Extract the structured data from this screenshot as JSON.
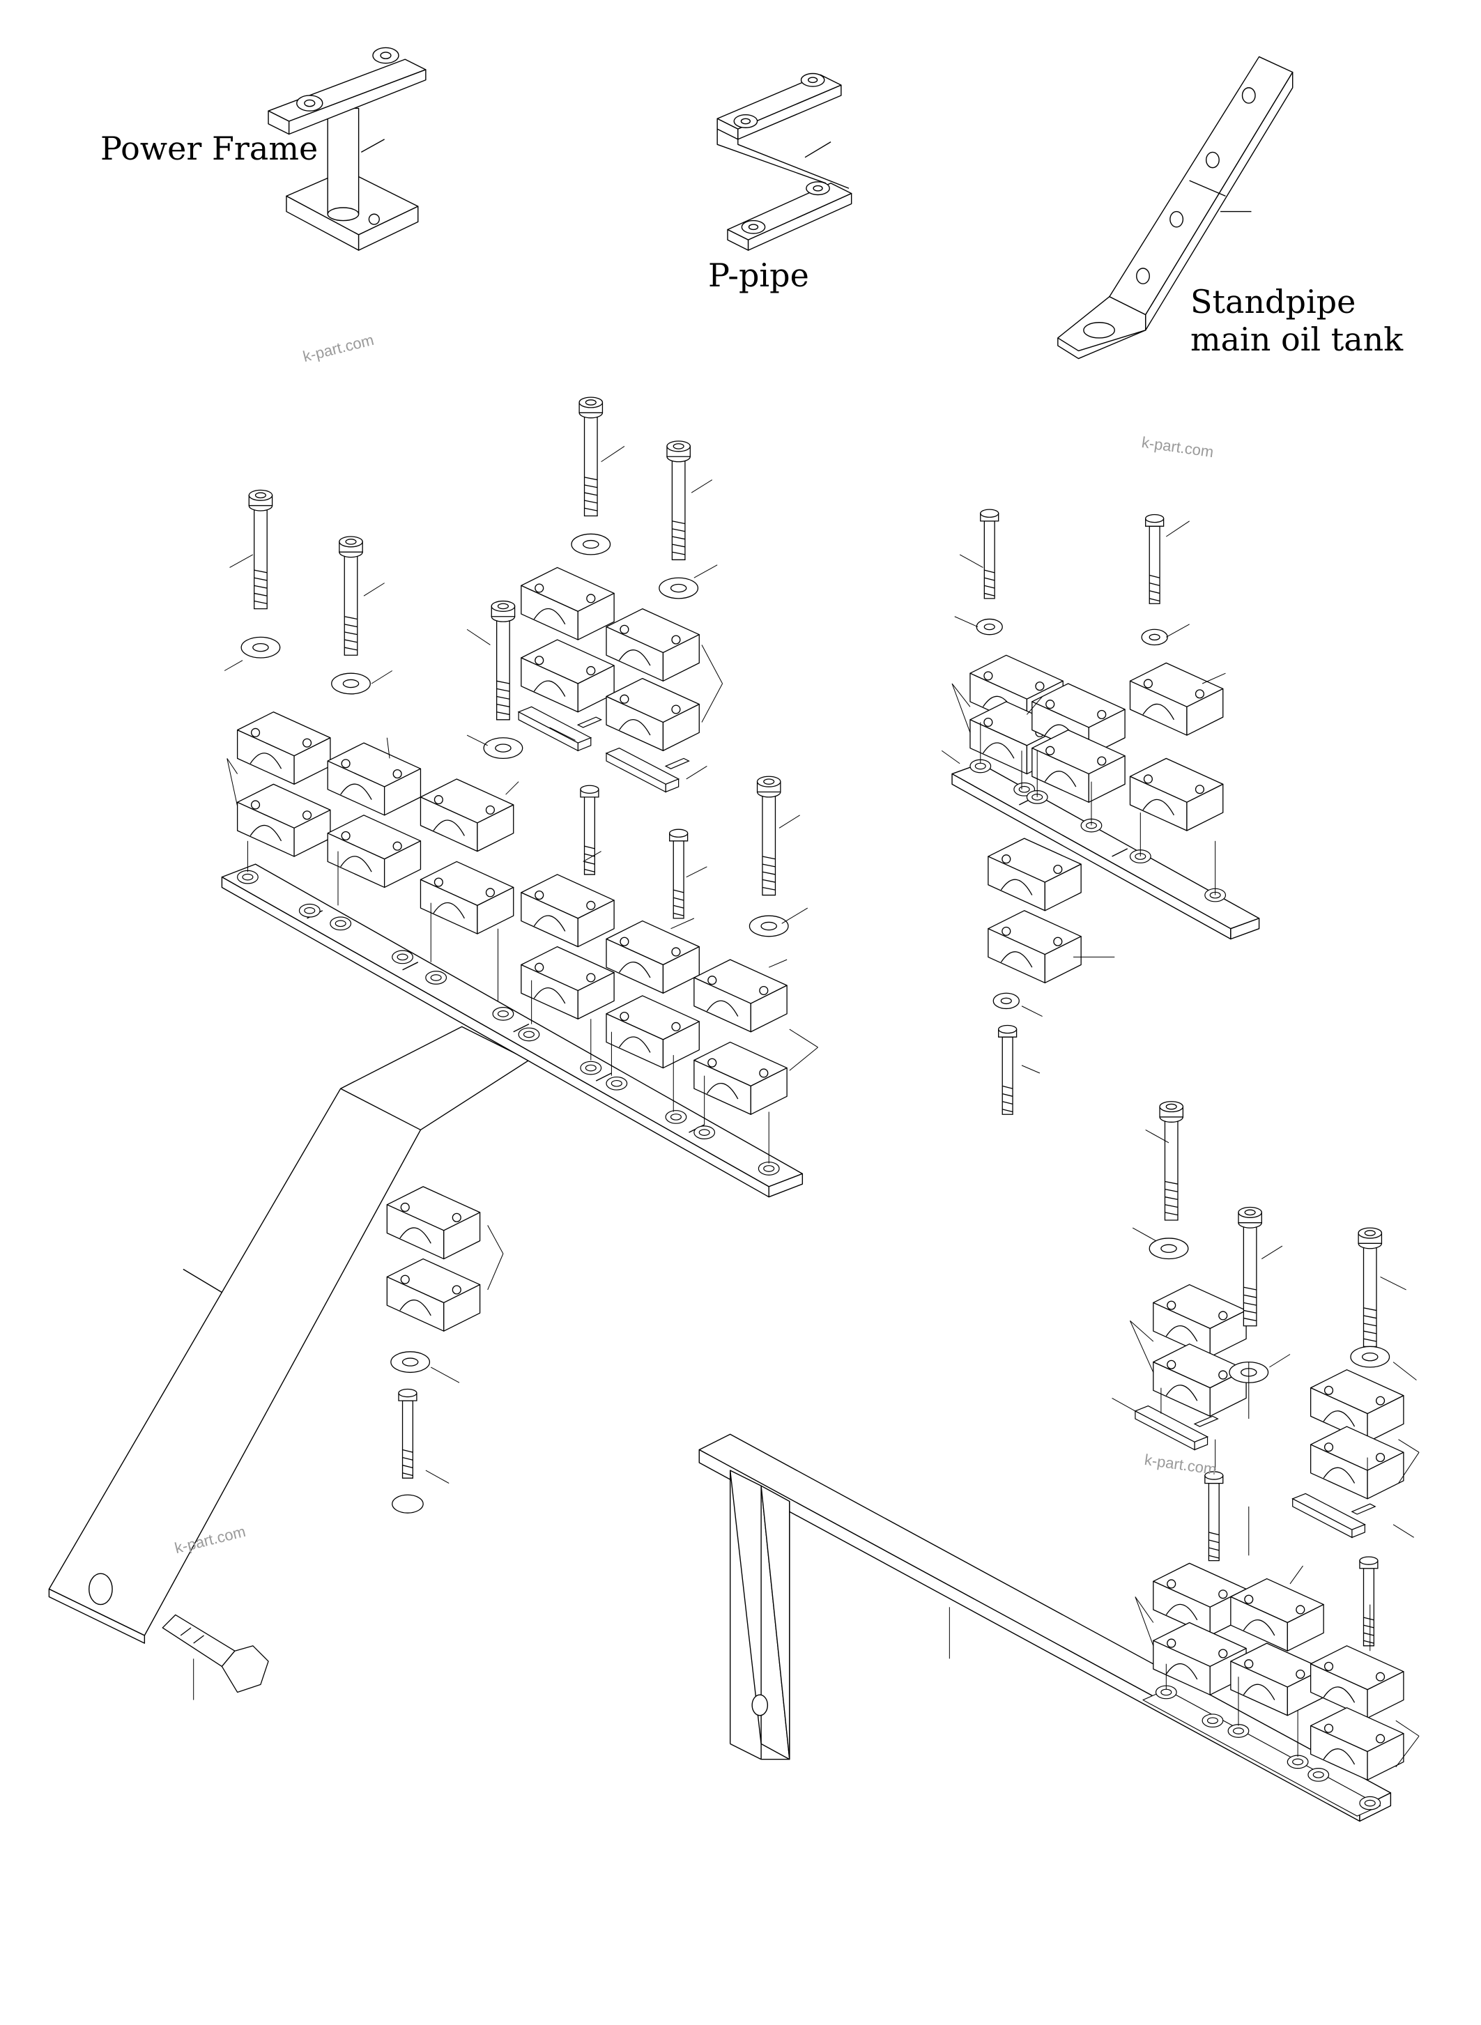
{
  "labels": {
    "power_frame": "Power Frame",
    "p_pipe": "P-pipe",
    "standpipe_line1": "Standpipe",
    "standpipe_line2": "main oil tank"
  },
  "watermark": "k-part.com",
  "colors": {
    "ink": "#000000",
    "paper": "#ffffff",
    "watermark": "#9a9a9a"
  }
}
